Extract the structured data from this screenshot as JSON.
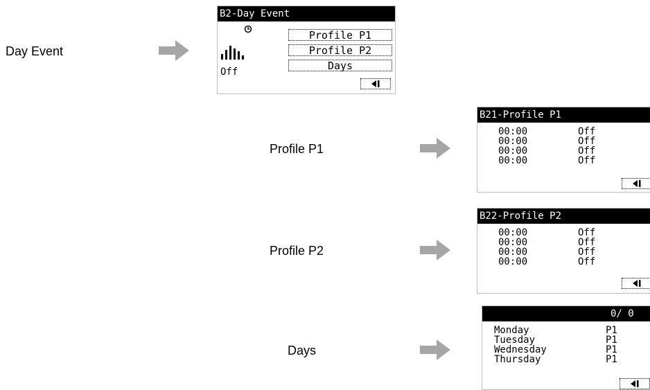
{
  "labels": {
    "day_event": "Day Event",
    "profile_p1": "Profile P1",
    "profile_p2": "Profile P2",
    "days": "Days"
  },
  "screen_b2": {
    "title": "B2-Day Event",
    "status": "Off",
    "menu": [
      "Profile P1",
      "Profile P2",
      "Days"
    ],
    "icons": [
      "clock-icon",
      "bar-levels-icon",
      "back-arrow-icon"
    ]
  },
  "screen_b21": {
    "title": "B21-Profile P1",
    "rows": [
      {
        "time": "00:00",
        "state": "Off"
      },
      {
        "time": "00:00",
        "state": "Off"
      },
      {
        "time": "00:00",
        "state": "Off"
      },
      {
        "time": "00:00",
        "state": "Off"
      }
    ]
  },
  "screen_b22": {
    "title": "B22-Profile P2",
    "rows": [
      {
        "time": "00:00",
        "state": "Off"
      },
      {
        "time": "00:00",
        "state": "Off"
      },
      {
        "time": "00:00",
        "state": "Off"
      },
      {
        "time": "00:00",
        "state": "Off"
      }
    ]
  },
  "screen_b23": {
    "title": "B23-Days",
    "page": "0/ 0",
    "rows": [
      {
        "day": "Monday",
        "profile": "P1"
      },
      {
        "day": "Tuesday",
        "profile": "P1"
      },
      {
        "day": "Wednesday",
        "profile": "P1"
      },
      {
        "day": "Thursday",
        "profile": "P1"
      }
    ]
  },
  "colors": {
    "arrow": "#a6a6a6",
    "title_bg": "#000000"
  }
}
